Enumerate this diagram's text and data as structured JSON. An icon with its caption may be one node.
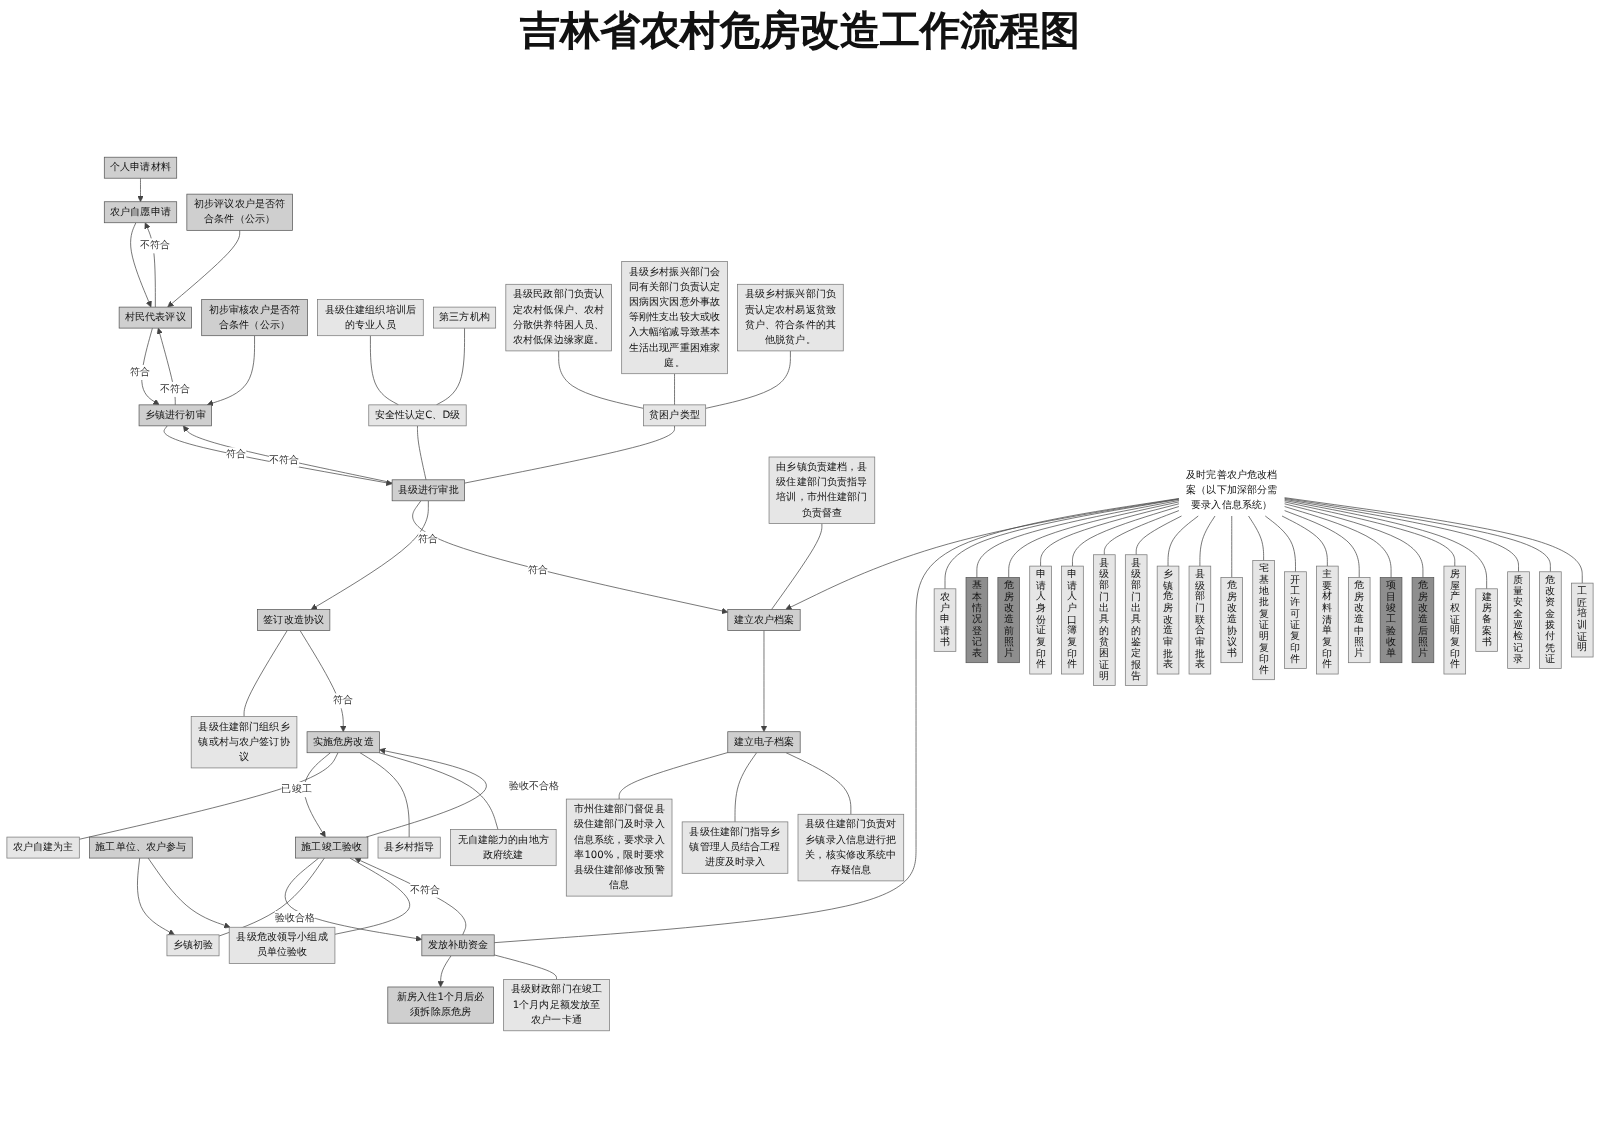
{
  "diagram": {
    "title": "吉林省农村危房改造工作流程图",
    "nodes": [
      {
        "text": [
          "个人申请材料"
        ]
      },
      {
        "text": [
          "农户自愿申请"
        ]
      },
      {
        "text": [
          "初步评议农户是否符合条件（公示）"
        ]
      },
      {
        "text": [
          "村民代表评议"
        ]
      },
      {
        "text": [
          "初步审核农户是否符合条件（公示）"
        ]
      },
      {
        "text": [
          "乡镇进行初审"
        ]
      },
      {
        "text": [
          "县级住建组织培训后的专业人员"
        ]
      },
      {
        "text": [
          "第三方机构"
        ]
      },
      {
        "text": [
          "安全性认定C、D级"
        ]
      },
      {
        "text": [
          "县级民政部门负责认定农村低保户、农村分散供养特困人员、农村低保边缘家庭。"
        ]
      },
      {
        "text": [
          "县级乡村振兴部门会同有关部门负责认定因病因灾因意外事故等刚性支出较大或收入大幅缩减导致基本生活出现严重困难家庭。"
        ]
      },
      {
        "text": [
          "县级乡村振兴部门负责认定农村易返贫致贫户、符合条件的其他脱贫户。"
        ]
      },
      {
        "text": [
          "贫困户类型"
        ]
      },
      {
        "text": [
          "县级进行审批"
        ]
      },
      {
        "text": [
          "由乡镇负责建档，县级住建部门负责指导培训，市州住建部门负责督查"
        ]
      },
      {
        "text": [
          "建立农户档案"
        ]
      },
      {
        "text": [
          "新房入住1个月后必须拆除原危房"
        ]
      },
      {
        "text": [
          "发放补助资金"
        ]
      },
      {
        "text": [
          "施工竣工验收"
        ]
      },
      {
        "text": [
          "实施危房改造"
        ]
      },
      {
        "text": [
          "签订改造协议"
        ]
      },
      {
        "text": [
          "建立电子档案"
        ]
      },
      {
        "text": [
          "县级财政部门在竣工1个月内足额发放至农户一卡通"
        ]
      },
      {
        "text": [
          "乡镇初验"
        ]
      },
      {
        "text": [
          "县级危改领导小组成员单位验收"
        ]
      },
      {
        "text": [
          "农户自建为主"
        ]
      },
      {
        "text": [
          "县乡村指导"
        ]
      },
      {
        "text": [
          "无自建能力的由地方政府统建"
        ]
      },
      {
        "text": [
          "县级住建部门组织乡镇或村与农户签订协议"
        ]
      },
      {
        "text": [
          "市州住建部门督促县级住建部门及时录入信息系统，要求录入率100%，限时要求县级住建部修改预警信息"
        ]
      },
      {
        "text": [
          "县级住建部门指导乡镇管理人员结合工程进度及时录入"
        ]
      },
      {
        "text": [
          "县级住建部门负责对乡镇录入信息进行把关，核实修改系统中存疑信息"
        ]
      },
      {
        "text": [
          "施工单位、农户参与"
        ]
      },
      {
        "text": [
          "及时完善农户危改档案（以下加深部分需要录入信息系统）"
        ]
      },
      {
        "text": [
          "农户申请书"
        ]
      },
      {
        "text": [
          "基本情况登记表"
        ]
      },
      {
        "text": [
          "危房改造前照片"
        ]
      },
      {
        "text": [
          "申请人身份证复印件"
        ]
      },
      {
        "text": [
          "申请人户口簿复印件"
        ]
      },
      {
        "text": [
          "县级部门出具的贫困证明"
        ]
      },
      {
        "text": [
          "县级部门出具的鉴定报告"
        ]
      },
      {
        "text": [
          "乡镇危房改造审批表"
        ]
      },
      {
        "text": [
          "县级部门联合审批表"
        ]
      },
      {
        "text": [
          "危房改造协议书"
        ]
      },
      {
        "text": [
          "宅基地批复证明复印件"
        ]
      },
      {
        "text": [
          "开工许可证复印件"
        ]
      },
      {
        "text": [
          "主要材料清单复印件"
        ]
      },
      {
        "text": [
          "危房改造中照片"
        ]
      },
      {
        "text": [
          "项目竣工验收单"
        ]
      },
      {
        "text": [
          "危房改造后照片"
        ]
      },
      {
        "text": [
          "房屋产权证明复印件"
        ]
      },
      {
        "text": [
          "建房备案书"
        ]
      },
      {
        "text": [
          "质量安全巡检记录"
        ]
      },
      {
        "text": [
          "危改资金拨付凭证"
        ]
      },
      {
        "text": [
          "工匠培训证明"
        ]
      }
    ],
    "edges": [
      {
        "from": 0,
        "to": 1,
        "arrow": "to"
      },
      {
        "from": 1,
        "to": 3,
        "arrow": "to"
      },
      {
        "from": 3,
        "to": 1,
        "arrow": "to",
        "label": "不符合"
      },
      {
        "from": 2,
        "to": 3,
        "arrow": "to"
      },
      {
        "from": 3,
        "to": 5,
        "arrow": "to",
        "label": "符合"
      },
      {
        "from": 5,
        "to": 3,
        "arrow": "to",
        "label": "不符合"
      },
      {
        "from": 4,
        "to": 5,
        "arrow": "to"
      },
      {
        "from": 5,
        "to": 13,
        "arrow": "to",
        "label": "符合"
      },
      {
        "from": 13,
        "to": 5,
        "arrow": "to",
        "label": "不符合"
      },
      {
        "from": 6,
        "to": 8,
        "arrow": "none"
      },
      {
        "from": 7,
        "to": 8,
        "arrow": "none"
      },
      {
        "from": 8,
        "to": 13,
        "arrow": "none"
      },
      {
        "from": 9,
        "to": 12,
        "arrow": "none"
      },
      {
        "from": 10,
        "to": 12,
        "arrow": "none"
      },
      {
        "from": 11,
        "to": 12,
        "arrow": "none"
      },
      {
        "from": 12,
        "to": 13,
        "arrow": "none"
      },
      {
        "from": 13,
        "to": 15,
        "arrow": "to",
        "label": "符合"
      },
      {
        "from": 14,
        "to": 15,
        "arrow": "none"
      },
      {
        "from": 15,
        "to": 21,
        "arrow": "to"
      },
      {
        "from": 21,
        "to": 29,
        "arrow": "none"
      },
      {
        "from": 21,
        "to": 30,
        "arrow": "none"
      },
      {
        "from": 21,
        "to": 31,
        "arrow": "none"
      },
      {
        "from": 13,
        "to": 20,
        "arrow": "to",
        "label": "符合"
      },
      {
        "from": 20,
        "to": 28,
        "arrow": "none"
      },
      {
        "from": 20,
        "to": 19,
        "arrow": "to",
        "label": "符合"
      },
      {
        "from": 19,
        "to": 18,
        "arrow": "to",
        "label": "已竣工"
      },
      {
        "from": 18,
        "to": 19,
        "arrow": "to",
        "label": "验收不合格"
      },
      {
        "from": 19,
        "to": 25,
        "arrow": "none"
      },
      {
        "from": 19,
        "to": 26,
        "arrow": "none"
      },
      {
        "from": 19,
        "to": 27,
        "arrow": "none"
      },
      {
        "from": 18,
        "to": 17,
        "arrow": "to",
        "label": "验收合格"
      },
      {
        "from": 17,
        "to": 18,
        "arrow": "to",
        "label": "不符合"
      },
      {
        "from": 18,
        "to": 23,
        "arrow": "none"
      },
      {
        "from": 18,
        "to": 24,
        "arrow": "none"
      },
      {
        "from": 32,
        "to": 23,
        "arrow": "to"
      },
      {
        "from": 32,
        "to": 24,
        "arrow": "to"
      },
      {
        "from": 17,
        "to": 16,
        "arrow": "to"
      },
      {
        "from": 17,
        "to": 22,
        "arrow": "none"
      },
      {
        "from": 33,
        "to": 17,
        "arrow": "none"
      },
      {
        "from": 33,
        "to": 15,
        "arrow": "to"
      },
      {
        "from": 33,
        "to": 34,
        "arrow": "none"
      },
      {
        "from": 33,
        "to": 35,
        "arrow": "none"
      },
      {
        "from": 33,
        "to": 36,
        "arrow": "none"
      },
      {
        "from": 33,
        "to": 37,
        "arrow": "none"
      },
      {
        "from": 33,
        "to": 38,
        "arrow": "none"
      },
      {
        "from": 33,
        "to": 39,
        "arrow": "none"
      },
      {
        "from": 33,
        "to": 40,
        "arrow": "none"
      },
      {
        "from": 33,
        "to": 41,
        "arrow": "none"
      },
      {
        "from": 33,
        "to": 42,
        "arrow": "none"
      },
      {
        "from": 33,
        "to": 43,
        "arrow": "none"
      },
      {
        "from": 33,
        "to": 44,
        "arrow": "none"
      },
      {
        "from": 33,
        "to": 45,
        "arrow": "none"
      },
      {
        "from": 33,
        "to": 46,
        "arrow": "none"
      },
      {
        "from": 33,
        "to": 47,
        "arrow": "none"
      },
      {
        "from": 33,
        "to": 48,
        "arrow": "none"
      },
      {
        "from": 33,
        "to": 49,
        "arrow": "none"
      },
      {
        "from": 33,
        "to": 50,
        "arrow": "none"
      },
      {
        "from": 33,
        "to": 51,
        "arrow": "none"
      },
      {
        "from": 33,
        "to": 52,
        "arrow": "none"
      },
      {
        "from": 33,
        "to": 53,
        "arrow": "none"
      },
      {
        "from": 33,
        "to": 54,
        "arrow": "none"
      }
    ]
  }
}
